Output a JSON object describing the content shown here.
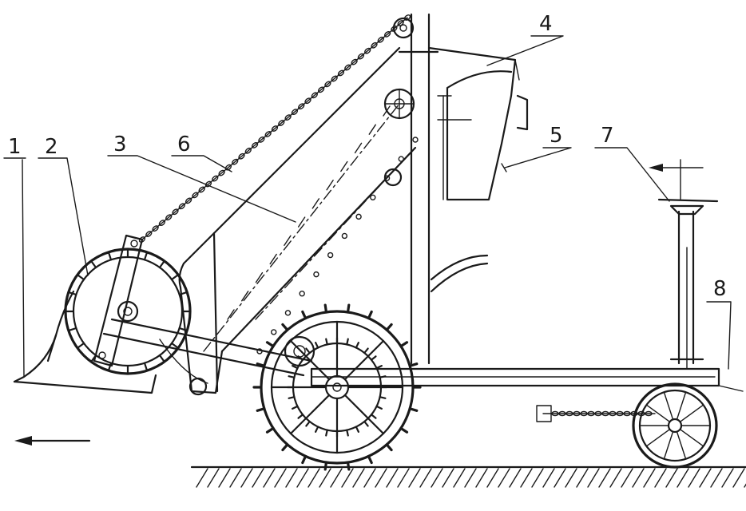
{
  "diagram": {
    "callouts": [
      {
        "id": "1",
        "text": "1"
      },
      {
        "id": "2",
        "text": "2"
      },
      {
        "id": "3",
        "text": "3"
      },
      {
        "id": "4",
        "text": "4"
      },
      {
        "id": "5",
        "text": "5"
      },
      {
        "id": "6",
        "text": "6"
      },
      {
        "id": "7",
        "text": "7"
      },
      {
        "id": "8",
        "text": "8"
      }
    ],
    "direction_arrows": [
      {
        "id": "travel-direction",
        "points": "left"
      },
      {
        "id": "feed-direction",
        "points": "left"
      }
    ],
    "colors": {
      "ink": "#1a1a1a",
      "paper": "#ffffff"
    }
  }
}
